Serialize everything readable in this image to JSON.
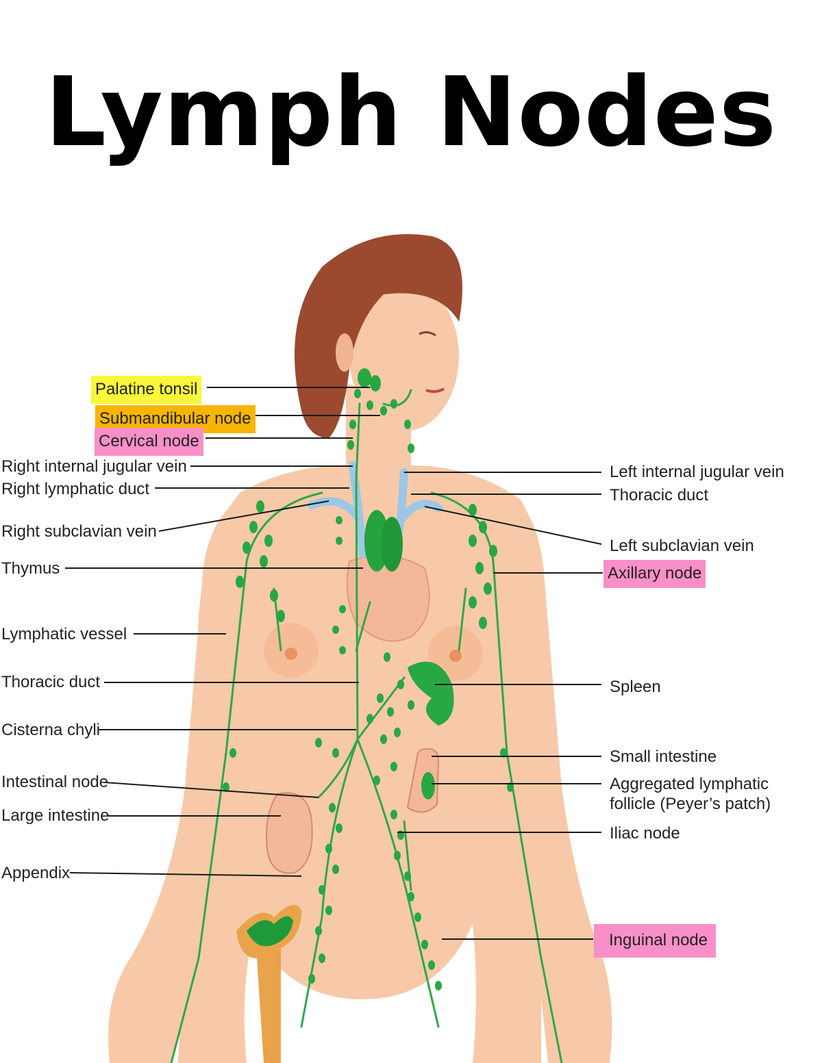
{
  "title": "Lymph Nodes",
  "colors": {
    "highlight_yellow": "#f9f73a",
    "highlight_orange": "#f7b500",
    "highlight_pink": "#f98fc8",
    "skin": "#f7c9a8",
    "hair": "#9b4a2f",
    "lymph_green": "#2fa84a",
    "vein_blue": "#9cc7e6"
  },
  "labels_left": {
    "palatine_tonsil": "Palatine tonsil",
    "submandibular_node": "Submandibular node",
    "cervical_node": "Cervical node",
    "right_internal_jugular_vein": "Right internal jugular vein",
    "right_lymphatic_duct": "Right lymphatic duct",
    "right_subclavian_vein": "Right subclavian vein",
    "thymus": "Thymus",
    "lymphatic_vessel": "Lymphatic vessel",
    "thoracic_duct": "Thoracic duct",
    "cisterna_chyli": "Cisterna chyli",
    "intestinal_node": "Intestinal node",
    "large_intestine": "Large intestine",
    "appendix": "Appendix"
  },
  "labels_right": {
    "left_internal_jugular_vein": "Left internal jugular vein",
    "thoracic_duct": "Thoracic duct",
    "left_subclavian_vein": "Left subclavian vein",
    "axillary_node": "Axillary node",
    "spleen": "Spleen",
    "small_intestine": "Small intestine",
    "aggregated_lymphatic_follicle": "Aggregated lymphatic\nfollicle (Peyer’s patch)",
    "iliac_node": "Iliac node",
    "inguinal_node": "Inguinal node"
  }
}
